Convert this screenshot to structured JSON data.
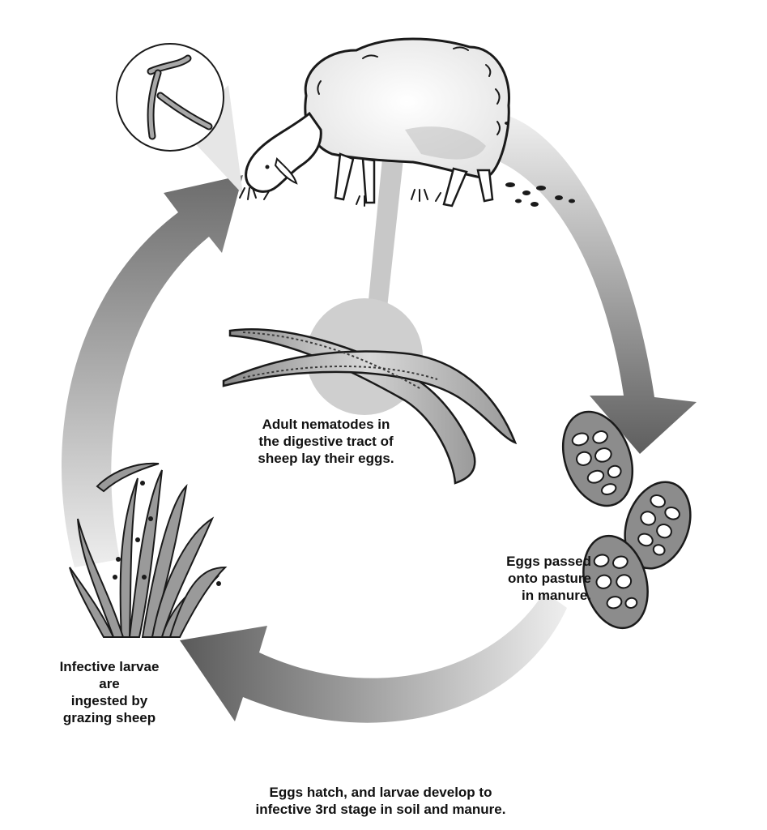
{
  "diagram": {
    "type": "life-cycle",
    "stages": [
      {
        "id": "adult",
        "label": "Adult nematodes in\nthe digestive tract of\nsheep lay their eggs."
      },
      {
        "id": "eggs",
        "label": "Eggs passed\nonto pasture\nin manure."
      },
      {
        "id": "hatch",
        "label": "Eggs hatch, and larvae develop to\ninfective 3rd stage in soil and manure."
      },
      {
        "id": "larvae",
        "label": "Infective larvae\nare\ningested by\ngrazing sheep"
      }
    ],
    "flow": [
      "adult",
      "eggs",
      "hatch",
      "larvae",
      "adult"
    ],
    "icons": [
      "sheep-icon",
      "larva-magnifier-icon",
      "adult-nematode-icon",
      "nematode-eggs-icon",
      "grass-with-larvae-icon"
    ]
  },
  "colors": {
    "arrow_dark": "#6a6a6a",
    "arrow_light": "#e6e6e6",
    "egg_shell": "#8c8c8c",
    "outline": "#1a1a1a",
    "worm_body": "#bdbdbd",
    "grass": "#9a9a9a"
  }
}
